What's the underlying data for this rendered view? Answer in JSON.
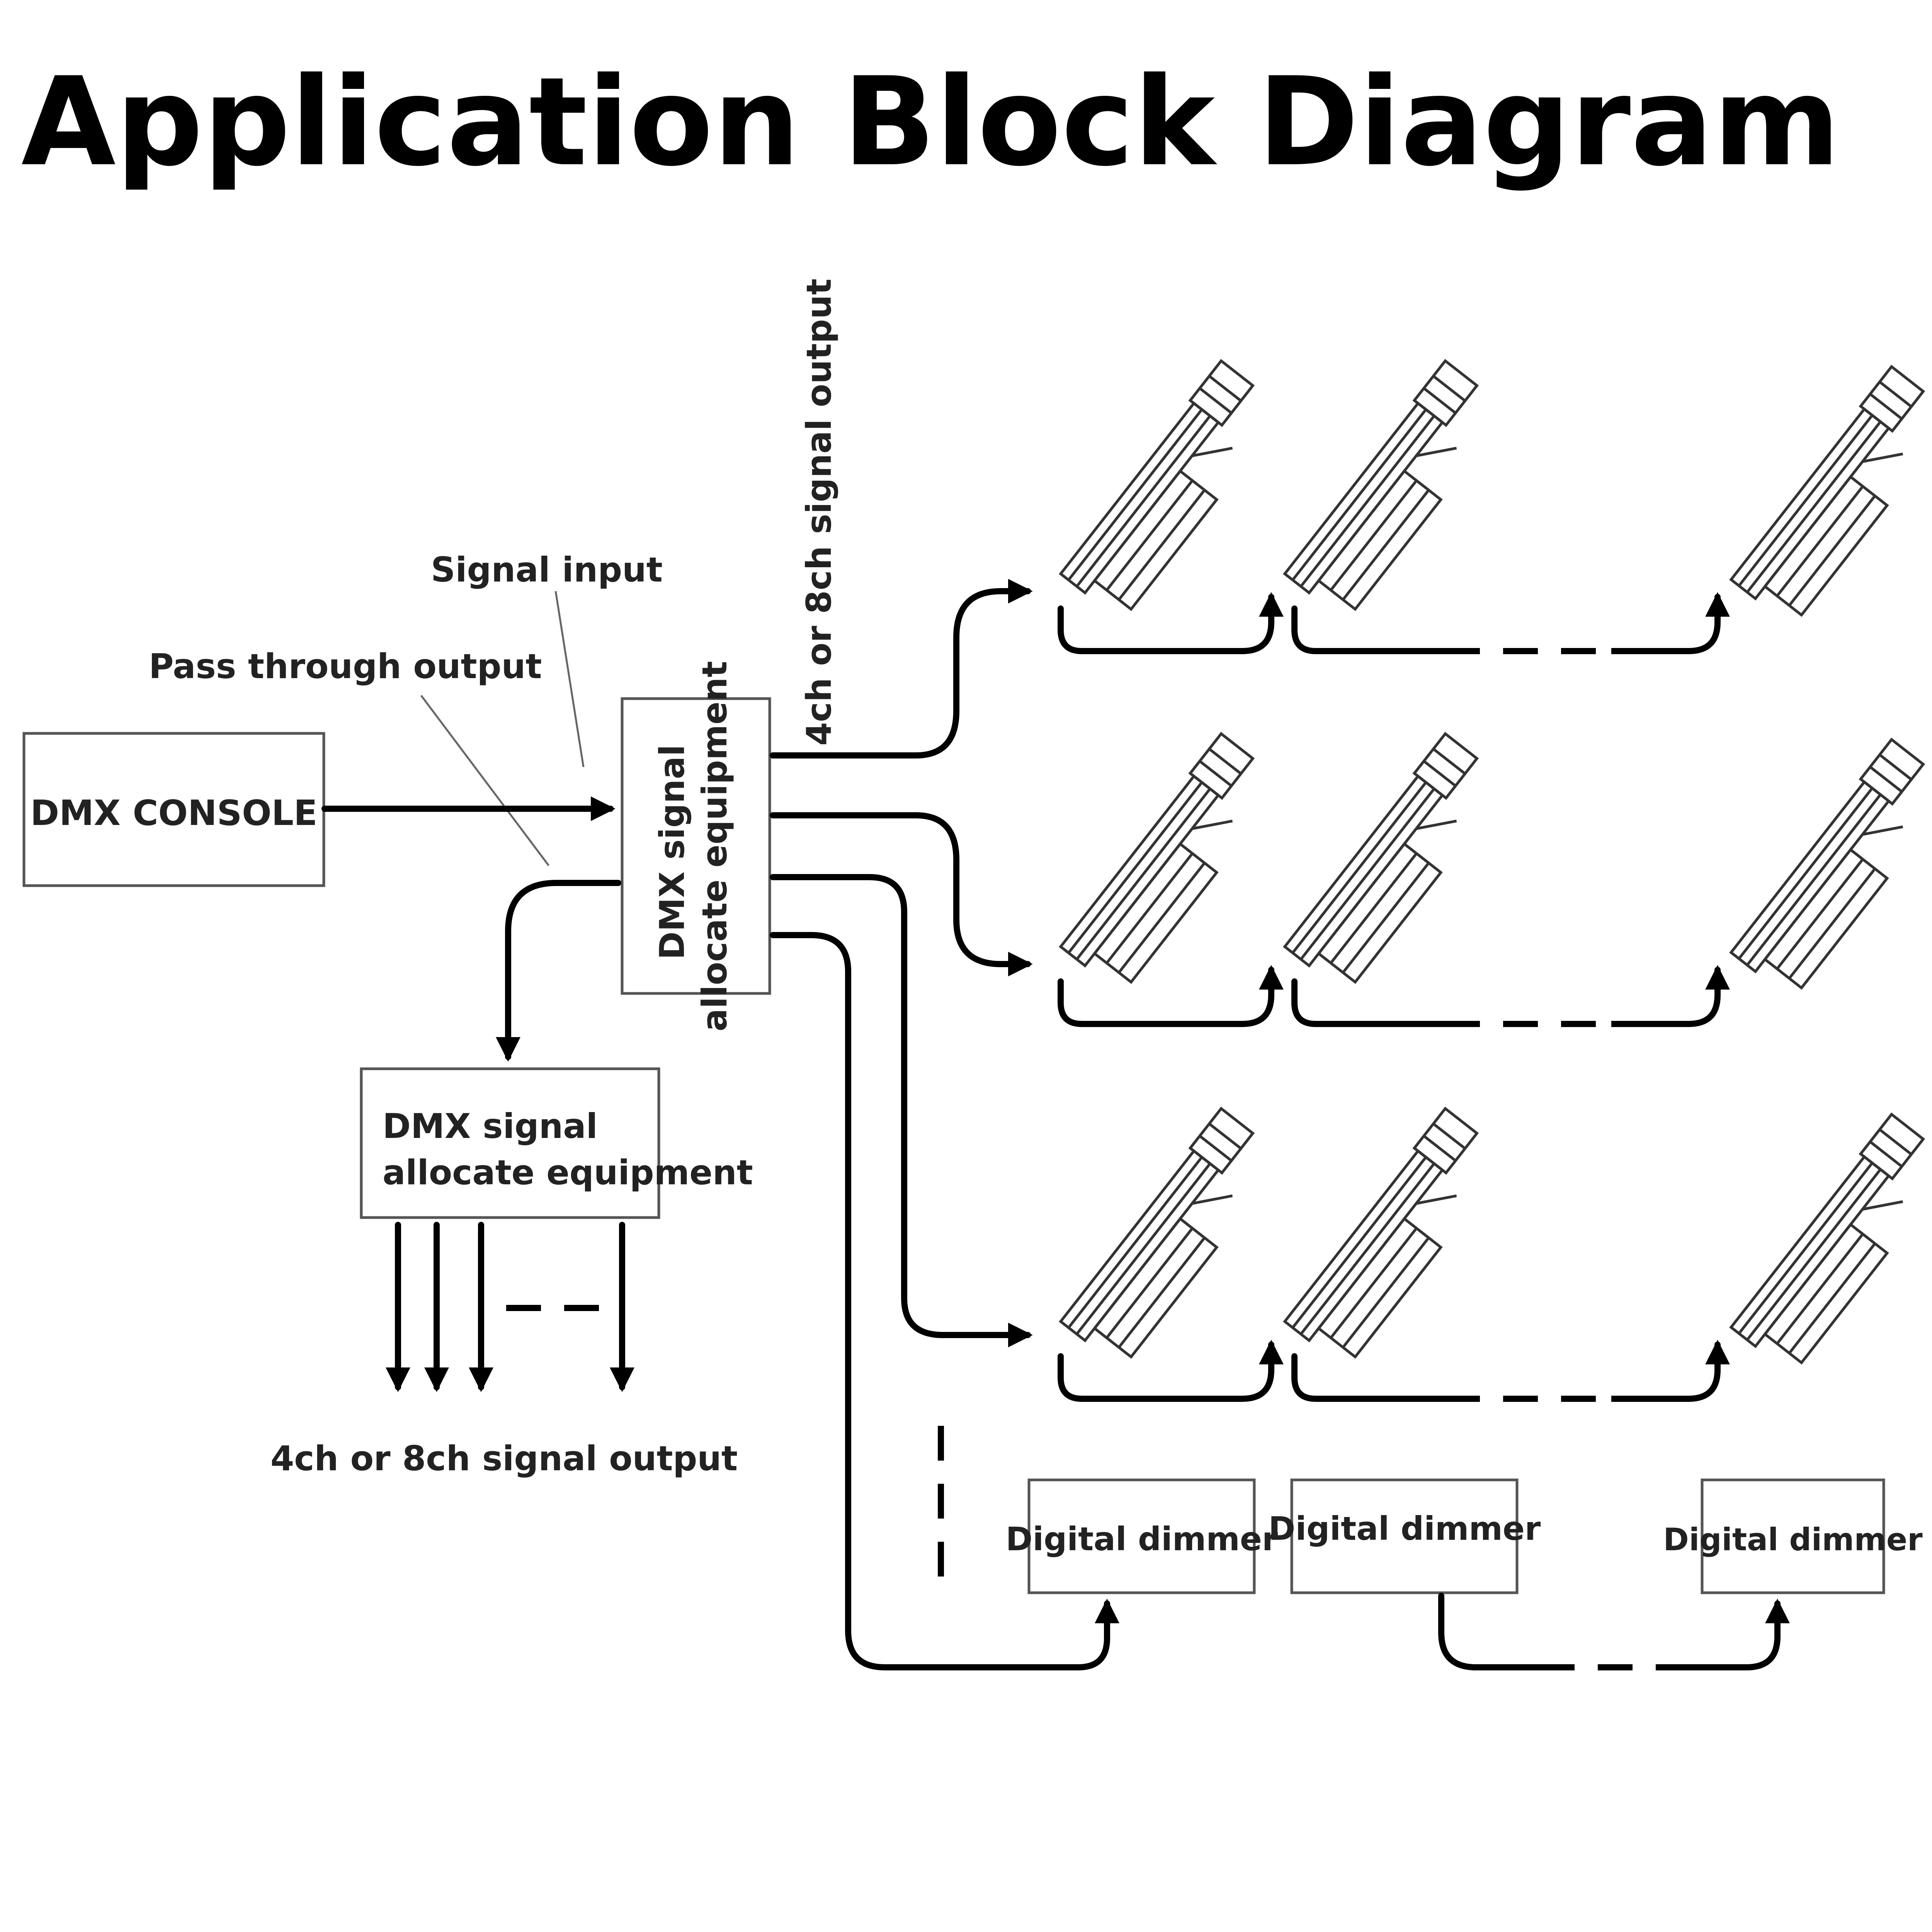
{
  "title": "Application Block Diagram",
  "labels": {
    "signal_input": "Signal input",
    "pass_through_output": "Pass through output",
    "signal_output_top": "4ch or 8ch signal output",
    "signal_output_bottom": "4ch or 8ch signal output"
  },
  "boxes": {
    "console": "DMX CONSOLE",
    "main_allocator": {
      "line1": "DMX signal",
      "line2": "allocate equipment"
    },
    "secondary_allocator": {
      "line1": "DMX signal",
      "line2": "allocate equipment"
    }
  },
  "dimmers": [
    "Digital dimmer",
    "Digital dimmer",
    "Digital dimmer"
  ],
  "fixtures": {
    "rows": 3,
    "per_row": 3
  },
  "icons": [
    "wall-washer-fixture-icon",
    "arrow-head-icon"
  ],
  "colors": {
    "line": "#000000",
    "box_border": "#555555",
    "text": "#222222"
  }
}
